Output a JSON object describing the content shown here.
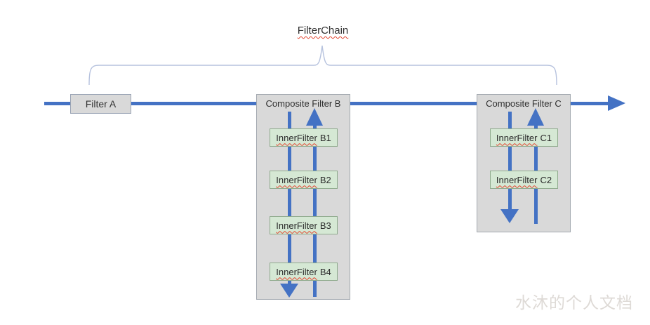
{
  "title": "FilterChain",
  "filter_a": {
    "label": "Filter A"
  },
  "composite_b": {
    "label": "Composite Filter B",
    "inner_filters": [
      {
        "name": "InnerFilter",
        "id": "B1"
      },
      {
        "name": "InnerFilter",
        "id": "B2"
      },
      {
        "name": "InnerFilter",
        "id": "B3"
      },
      {
        "name": "InnerFilter",
        "id": "B4"
      }
    ]
  },
  "composite_c": {
    "label": "Composite Filter C",
    "inner_filters": [
      {
        "name": "InnerFilter",
        "id": "C1"
      },
      {
        "name": "InnerFilter",
        "id": "C2"
      }
    ]
  },
  "watermark": "水沐的个人文档",
  "colors": {
    "chain_blue": "#4472c4",
    "box_gray_fill": "#d9d9d9",
    "box_gray_border": "#a3a9b0",
    "inner_green_fill": "#d5e8d4",
    "inner_green_border": "#90ab8e",
    "brace_line": "#b6c2de",
    "spellcheck_red": "#e2442f",
    "watermark_gray": "#dedad6"
  }
}
